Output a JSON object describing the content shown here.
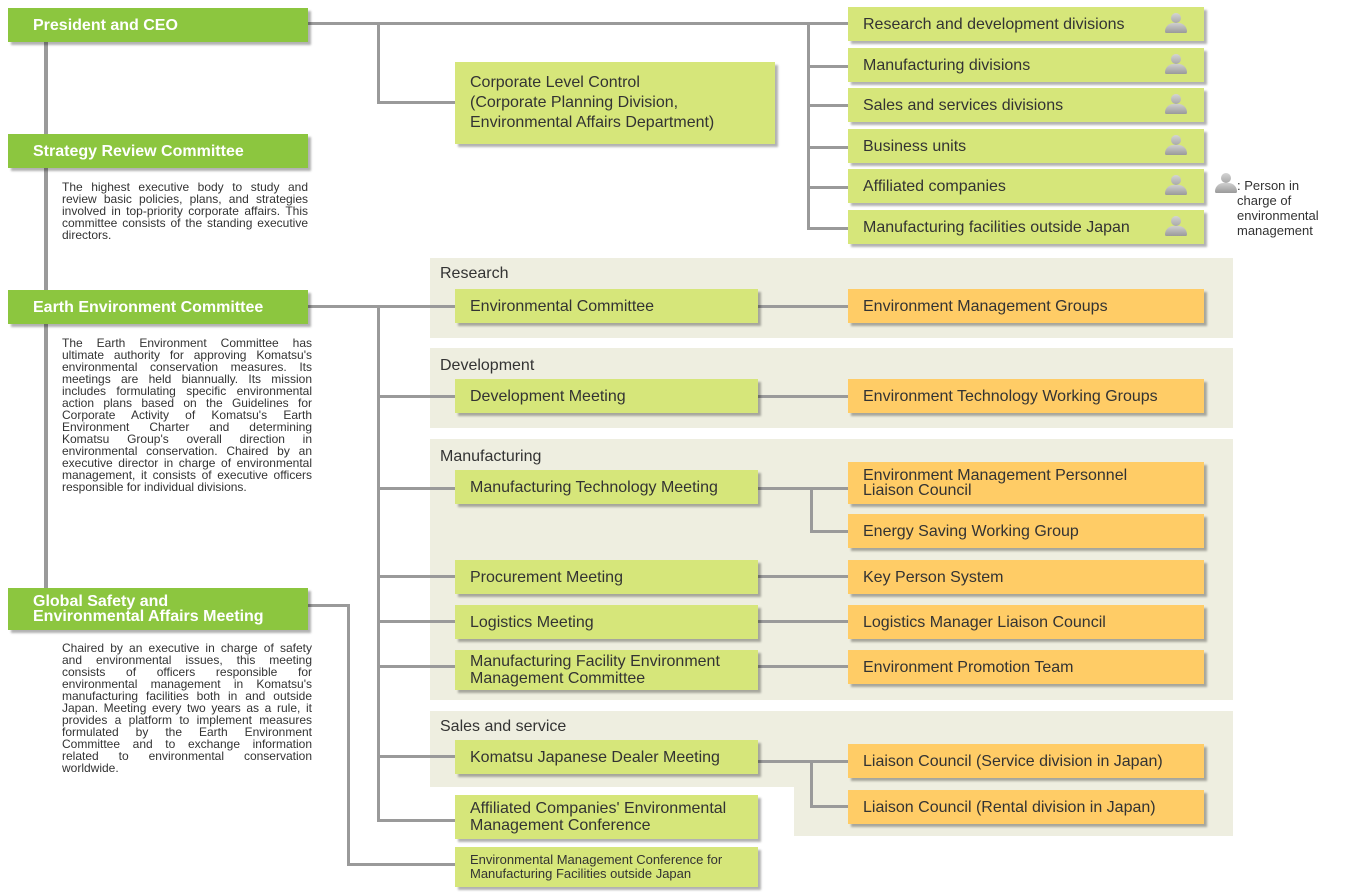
{
  "president": "President and CEO",
  "corporate_control": "Corporate Level Control\n(Corporate Planning Division,\nEnvironmental Affairs Department)",
  "divisions": [
    "Research and development divisions",
    "Manufacturing divisions",
    "Sales and services divisions",
    "Business units",
    "Affiliated companies",
    "Manufacturing facilities outside Japan"
  ],
  "legend": {
    "icon": "person-icon",
    "text": ": Person in\ncharge of\nenvironmental\nmanagement"
  },
  "strategy": {
    "title": "Strategy Review Committee",
    "desc": "The highest executive body to study and review basic policies, plans, and strategies involved in top-priority corporate affairs. This committee consists of the standing executive directors."
  },
  "earth": {
    "title": "Earth Environment Committee",
    "desc": "The Earth Environment Committee has ultimate authority for approving Komatsu's environmental conservation measures. Its meetings are held biannually. Its mission includes formulating specific environmental action plans based on the Guidelines for Corporate Activity of Komatsu's Earth Environment Charter and determining Komatsu Group's overall direction in environmental conservation. Chaired by an executive director in charge of environmental management, it consists of executive officers responsible for individual divisions."
  },
  "global": {
    "title": "Global Safety and\nEnvironmental Affairs Meeting",
    "desc": "Chaired by an executive in charge of safety and environmental issues, this meeting consists of officers responsible for environmental management in Komatsu's manufacturing facilities both in and outside Japan. Meeting every two years as a rule, it provides a platform to implement measures formulated by the Earth Environment Committee and to exchange information related to environmental conservation worldwide."
  },
  "sections": {
    "research": "Research",
    "development": "Development",
    "manufacturing": "Manufacturing",
    "sales": "Sales and service"
  },
  "meetings": {
    "environmental_committee": "Environmental Committee",
    "development_meeting": "Development Meeting",
    "mfg_tech_meeting": "Manufacturing Technology Meeting",
    "procurement_meeting": "Procurement Meeting",
    "logistics_meeting": "Logistics Meeting",
    "mfg_facility_committee": "Manufacturing Facility Environment\nManagement Committee",
    "dealer_meeting": "Komatsu Japanese Dealer Meeting",
    "affiliated_conference": "Affiliated Companies' Environmental\nManagement Conference",
    "overseas_conference": "Environmental Management Conference for\nManufacturing Facilities outside Japan"
  },
  "groups": {
    "env_mgmt_groups": "Environment Management Groups",
    "env_tech_wg": "Environment Technology Working Groups",
    "env_personnel_council": "Environment Management Personnel\nLiaison Council",
    "energy_saving_wg": "Energy Saving Working Group",
    "key_person": "Key Person System",
    "logistics_council": "Logistics Manager Liaison Council",
    "promotion_team": "Environment Promotion Team",
    "service_council": "Liaison Council (Service division in Japan)",
    "rental_council": "Liaison Council (Rental division in Japan)"
  }
}
